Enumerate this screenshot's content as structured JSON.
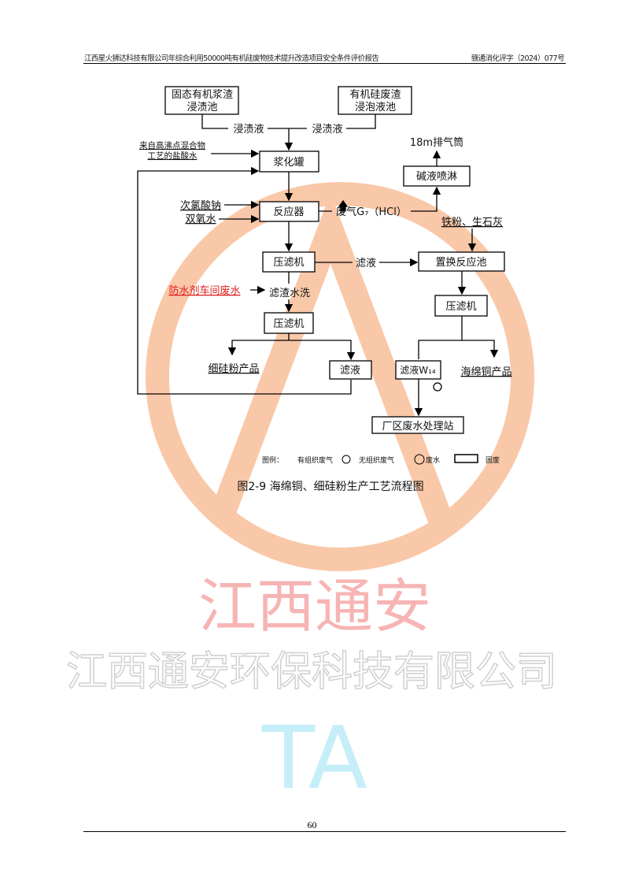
{
  "header": {
    "title": "江西星火狮达科技有限公司年综合利用50000吨有机硅废物技术提升改造项目安全条件评价报告",
    "doc_no": "赣通消化评字（2024）077号"
  },
  "diagram": {
    "box_slurry": [
      "固态有机浆渣",
      "浸渍池"
    ],
    "box_silicone": [
      "有机硅废渣",
      "浸泡液池"
    ],
    "leach1": "浸渍液",
    "leach2": "浸渍液",
    "hcl_input": [
      "来自高沸点混合物",
      "工艺的盐酸水"
    ],
    "pulping_tank": "浆化罐",
    "naclo": "次氯酸钠",
    "h2o2": "双氧水",
    "reactor": "反应器",
    "waste_gas": "废气G₇（HCl）",
    "scrubber": "碱液喷淋",
    "stack": "18m排气筒",
    "iron_lime": "铁粉、生石灰",
    "filter_press1": "压滤机",
    "filtrate_label": "滤液",
    "replacement_tank": "置换反应池",
    "waterproof_ww": "防水剂车间废水",
    "residue_wash": "滤渣水洗",
    "filter_press2": "压滤机",
    "filter_press3": "压滤机",
    "fine_si_product": "细硅粉产品",
    "filtrate_box": "滤液",
    "filtrate_w14": "滤液W₁₄",
    "sponge_cu_product": "海绵铜产品",
    "wwtp": "厂区废水处理站",
    "legend": {
      "title": "图例：",
      "organized": "有组织废气",
      "fugitive": "无组织废气",
      "wastewater": "废水",
      "solid": "固废"
    },
    "caption": "图2-9 海绵铜、细硅粉生产工艺流程图"
  },
  "watermark": {
    "text": "江西通安",
    "diag": "江西通安环保科技有限公司",
    "logo": "TA"
  },
  "footer": {
    "page": "60"
  },
  "colors": {
    "watermark_orange": "#f9c8a8",
    "watermark_red": "#f5a0a0",
    "watermark_cyan": "#a8e4f4",
    "red_text": "#e02020"
  }
}
